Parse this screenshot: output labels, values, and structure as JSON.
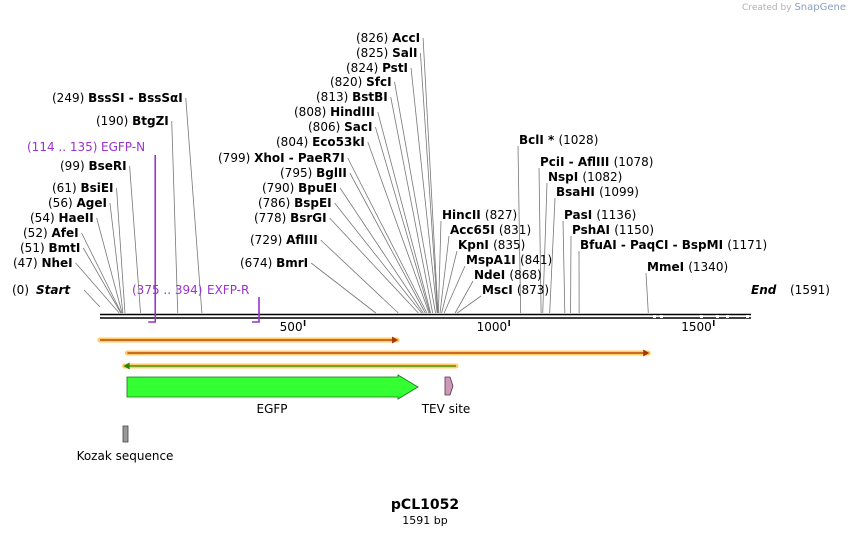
{
  "watermark": {
    "prefix": "Created by",
    "brand": "SnapGene"
  },
  "map": {
    "name": "pCL1052",
    "length_label": "1591 bp",
    "length": 1591,
    "start": {
      "pos": "(0)",
      "name": "Start"
    },
    "end": {
      "name": "End",
      "pos": "(1591)"
    },
    "ticks": [
      {
        "label": "500",
        "bp": 500
      },
      {
        "label": "1000",
        "bp": 1000
      },
      {
        "label": "1500",
        "bp": 1500
      }
    ]
  },
  "sites": [
    {
      "pos": "(47)",
      "name": "NheI",
      "bp": 47,
      "side": "left"
    },
    {
      "pos": "(51)",
      "name": "BmtI",
      "bp": 51,
      "side": "left"
    },
    {
      "pos": "(52)",
      "name": "AfeI",
      "bp": 52,
      "side": "left"
    },
    {
      "pos": "(54)",
      "name": "HaeII",
      "bp": 54,
      "side": "left"
    },
    {
      "pos": "(56)",
      "name": "AgeI",
      "bp": 56,
      "side": "left"
    },
    {
      "pos": "(61)",
      "name": "BsiEI",
      "bp": 61,
      "side": "left"
    },
    {
      "pos": "(99)",
      "name": "BseRI",
      "bp": 99,
      "side": "left"
    },
    {
      "pos": "(190)",
      "name": "BtgZI",
      "bp": 190,
      "side": "left"
    },
    {
      "pos": "(249)",
      "name": "BssSI - BssSαI",
      "bp": 249,
      "side": "left"
    },
    {
      "pos": "(674)",
      "name": "BmrI",
      "bp": 674,
      "side": "left"
    },
    {
      "pos": "(729)",
      "name": "AflIII",
      "bp": 729,
      "side": "left"
    },
    {
      "pos": "(778)",
      "name": "BsrGI",
      "bp": 778,
      "side": "left"
    },
    {
      "pos": "(786)",
      "name": "BspEI",
      "bp": 786,
      "side": "left"
    },
    {
      "pos": "(790)",
      "name": "BpuEI",
      "bp": 790,
      "side": "left"
    },
    {
      "pos": "(795)",
      "name": "BglII",
      "bp": 795,
      "side": "left"
    },
    {
      "pos": "(799)",
      "name": "XhoI - PaeR7I",
      "bp": 799,
      "side": "left"
    },
    {
      "pos": "(804)",
      "name": "Eco53kI",
      "bp": 804,
      "side": "left"
    },
    {
      "pos": "(806)",
      "name": "SacI",
      "bp": 806,
      "side": "left"
    },
    {
      "pos": "(808)",
      "name": "HindIII",
      "bp": 808,
      "side": "left"
    },
    {
      "pos": "(813)",
      "name": "BstBI",
      "bp": 813,
      "side": "left"
    },
    {
      "pos": "(820)",
      "name": "SfcI",
      "bp": 820,
      "side": "left"
    },
    {
      "pos": "(824)",
      "name": "PstI",
      "bp": 824,
      "side": "left"
    },
    {
      "pos": "(825)",
      "name": "SalI",
      "bp": 825,
      "side": "left"
    },
    {
      "pos": "(826)",
      "name": "AccI",
      "bp": 826,
      "side": "left"
    },
    {
      "pos": "(827)",
      "name": "HincII",
      "bp": 827,
      "side": "right"
    },
    {
      "pos": "(831)",
      "name": "Acc65I",
      "bp": 831,
      "side": "right"
    },
    {
      "pos": "(835)",
      "name": "KpnI",
      "bp": 835,
      "side": "right"
    },
    {
      "pos": "(841)",
      "name": "MspA1I",
      "bp": 841,
      "side": "right"
    },
    {
      "pos": "(868)",
      "name": "NdeI",
      "bp": 868,
      "side": "right"
    },
    {
      "pos": "(873)",
      "name": "MscI",
      "bp": 873,
      "side": "right"
    },
    {
      "pos": "(1028)",
      "name": "BclI *",
      "bp": 1028,
      "side": "right"
    },
    {
      "pos": "(1078)",
      "name": "PciI - AflIII",
      "bp": 1078,
      "side": "right"
    },
    {
      "pos": "(1082)",
      "name": "NspI",
      "bp": 1082,
      "side": "right"
    },
    {
      "pos": "(1099)",
      "name": "BsaHI",
      "bp": 1099,
      "side": "right"
    },
    {
      "pos": "(1136)",
      "name": "PasI",
      "bp": 1136,
      "side": "right"
    },
    {
      "pos": "(1150)",
      "name": "PshAI",
      "bp": 1150,
      "side": "right"
    },
    {
      "pos": "(1171)",
      "name": "BfuAI - PaqCI - BspMI",
      "bp": 1171,
      "side": "right"
    },
    {
      "pos": "(1340)",
      "name": "MmeI",
      "bp": 1340,
      "side": "right"
    }
  ],
  "primers": [
    {
      "range": "(114 .. 135)",
      "name": "EGFP-N",
      "bp": 135,
      "dir": "forward"
    },
    {
      "range": "(375 .. 394)",
      "name": "EXFP-R",
      "bp": 375,
      "dir": "reverse"
    }
  ],
  "features": [
    {
      "name": "EGFP",
      "start": 67,
      "end": 786,
      "color": "#33ff33"
    },
    {
      "name": "TEV site",
      "start": 850,
      "end": 870,
      "color": "#cc99bb"
    },
    {
      "name": "Kozak sequence",
      "start": 55,
      "end": 66,
      "color": "#999999"
    }
  ],
  "orfs": [
    {
      "start": 0,
      "end": 726,
      "dir": "forward",
      "color": "#aa3300"
    },
    {
      "start": 67,
      "end": 1340,
      "dir": "forward",
      "color": "#aa3300"
    },
    {
      "start": 60,
      "end": 870,
      "dir": "reverse",
      "color": "#228800"
    }
  ],
  "colors": {
    "backbone": "#000000",
    "primer": "#9933cc",
    "orf_glow": "#ffcc66"
  }
}
